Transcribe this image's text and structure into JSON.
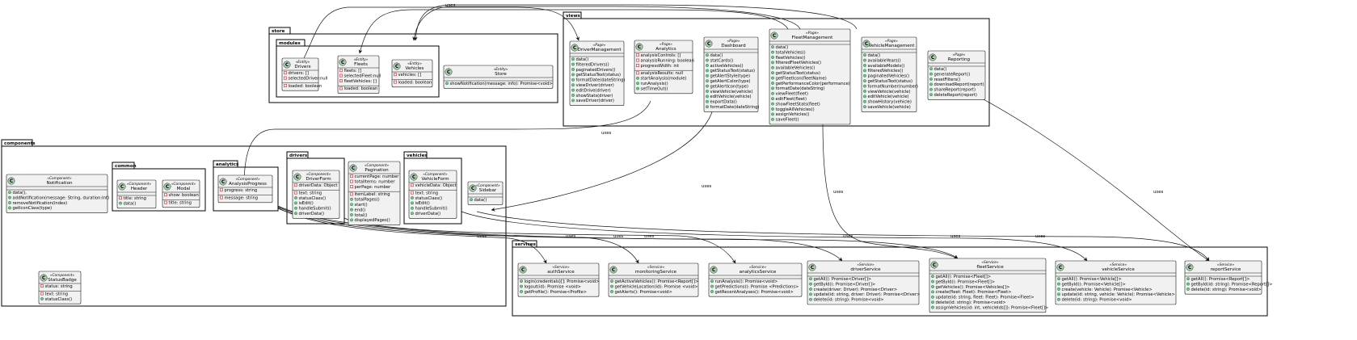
{
  "packages": {
    "store": "store",
    "modules": "modules",
    "views": "views",
    "components": "components",
    "common": "common",
    "analytics": "analytics",
    "drivers": "drivers",
    "vehicles": "vehicles",
    "services": "services"
  },
  "edge_label": "uses",
  "classes": [
    {
      "id": "drivers_entity",
      "stereotype": "«Entity»",
      "name": "Drivers",
      "members": [
        {
          "v": "priv",
          "t": "drivers: []"
        },
        {
          "v": "priv",
          "t": "selectedDriver:null"
        },
        {
          "v": "priv",
          "t": "loaded: boolean"
        }
      ]
    },
    {
      "id": "fleets_entity",
      "stereotype": "«Entity»",
      "name": "Fleets",
      "members": [
        {
          "v": "priv",
          "t": "fleets: []"
        },
        {
          "v": "priv",
          "t": "selectedFleet:null"
        },
        {
          "v": "priv",
          "t": "fleetVehicles: []"
        },
        {
          "v": "priv",
          "t": "loaded: boolean"
        }
      ]
    },
    {
      "id": "vehicles_entity",
      "stereotype": "«Entity»",
      "name": "Vehicles",
      "members": [
        {
          "v": "priv",
          "t": "vehicles: []"
        },
        {
          "v": "priv",
          "t": "loaded: boolean"
        }
      ]
    },
    {
      "id": "store_entity",
      "stereotype": "«Entity»",
      "name": "Store",
      "members": [
        {
          "v": "pub",
          "t": "showNotification(message: info): Promise<void>"
        }
      ]
    },
    {
      "id": "driver_mgmt",
      "stereotype": "«Page»",
      "name": "DriverManagement",
      "members": [
        {
          "v": "pub",
          "t": "data()"
        },
        {
          "v": "pub",
          "t": "filteredDrivers()"
        },
        {
          "v": "pub",
          "t": "paginatedDrivers()"
        },
        {
          "v": "pub",
          "t": "getStatusText(status)"
        },
        {
          "v": "pub",
          "t": "formatDate(dateString)"
        },
        {
          "v": "pub",
          "t": "viewDriver(driver)"
        },
        {
          "v": "pub",
          "t": "editDrive(driver)"
        },
        {
          "v": "pub",
          "t": "showStats(driver)"
        },
        {
          "v": "pub",
          "t": "saveDriver(driver)"
        }
      ]
    },
    {
      "id": "analytics_page",
      "stereotype": "«Page»",
      "name": "Analytics",
      "members": [
        {
          "v": "priv",
          "t": "analysisControls: []"
        },
        {
          "v": "priv",
          "t": "analysisRunning: boolean"
        },
        {
          "v": "priv",
          "t": "progressWidth: int"
        },
        {
          "v": "priv",
          "t": "analysisResults: null"
        },
        {
          "v": "pub",
          "t": "startAnalysis(module)"
        },
        {
          "v": "pub",
          "t": "runAnalysis()"
        },
        {
          "v": "pub",
          "t": "setTimeOut()"
        }
      ]
    },
    {
      "id": "dashboard_page",
      "stereotype": "«Page»",
      "name": "Dashboard",
      "members": [
        {
          "v": "pub",
          "t": "data()"
        },
        {
          "v": "pub",
          "t": "statCards()"
        },
        {
          "v": "pub",
          "t": "activeVehicles()"
        },
        {
          "v": "pub",
          "t": "getStatusText(status)"
        },
        {
          "v": "pub",
          "t": "getAlertStyle(type)"
        },
        {
          "v": "pub",
          "t": "getAlertColor(type)"
        },
        {
          "v": "pub",
          "t": "getAlertIcon(type)"
        },
        {
          "v": "pub",
          "t": "viewVehicle(vehicle)"
        },
        {
          "v": "pub",
          "t": "editVehicle(vehicle)"
        },
        {
          "v": "pub",
          "t": "exportData()"
        },
        {
          "v": "pub",
          "t": "formatDate(dateString)"
        }
      ]
    },
    {
      "id": "fleet_mgmt",
      "stereotype": "«Page»",
      "name": "FleetManagement",
      "members": [
        {
          "v": "pub",
          "t": "data()"
        },
        {
          "v": "pub",
          "t": "totalVehicles()"
        },
        {
          "v": "pub",
          "t": "fleetVehicles()"
        },
        {
          "v": "pub",
          "t": "filteredFleetVehicles()"
        },
        {
          "v": "pub",
          "t": "availableVehicles()"
        },
        {
          "v": "pub",
          "t": "getStatusText(status)"
        },
        {
          "v": "pub",
          "t": "getFleetIcon(fleetName)"
        },
        {
          "v": "pub",
          "t": "getPerformanceColor(performance)"
        },
        {
          "v": "pub",
          "t": "formatDate(dateString)"
        },
        {
          "v": "pub",
          "t": "viewFleet(fleet)"
        },
        {
          "v": "pub",
          "t": "editFleet(fleet)"
        },
        {
          "v": "pub",
          "t": "showFleetStats(fleet)"
        },
        {
          "v": "pub",
          "t": "toggleAllVehicles()"
        },
        {
          "v": "pub",
          "t": "assignVehicles()"
        },
        {
          "v": "pub",
          "t": "saveFleet()"
        }
      ]
    },
    {
      "id": "vehicle_mgmt",
      "stereotype": "«Page»",
      "name": "VehicleManagement",
      "members": [
        {
          "v": "pub",
          "t": "data()"
        },
        {
          "v": "pub",
          "t": "availableYears()"
        },
        {
          "v": "pub",
          "t": "availableModels()"
        },
        {
          "v": "pub",
          "t": "filteredVehicles()"
        },
        {
          "v": "pub",
          "t": "paginatedVehicles()"
        },
        {
          "v": "pub",
          "t": "getStatusText(status)"
        },
        {
          "v": "pub",
          "t": "formatNumber(number)"
        },
        {
          "v": "pub",
          "t": "viewVehicle(vehicle)"
        },
        {
          "v": "pub",
          "t": "editVehicle(vehicle)"
        },
        {
          "v": "pub",
          "t": "showHistory(vehicle)"
        },
        {
          "v": "pub",
          "t": "saveVehicle(vehicle)"
        }
      ]
    },
    {
      "id": "reporting_page",
      "stereotype": "«Page»",
      "name": "Reporting",
      "members": [
        {
          "v": "pub",
          "t": "data()"
        },
        {
          "v": "pub",
          "t": "generateReport()"
        },
        {
          "v": "pub",
          "t": "resetFilters()"
        },
        {
          "v": "pub",
          "t": "downloadReport(report)"
        },
        {
          "v": "pub",
          "t": "shareReport(report)"
        },
        {
          "v": "pub",
          "t": "deleteReport(report)"
        }
      ]
    },
    {
      "id": "notification_comp",
      "stereotype": "«Component»",
      "name": "Notification",
      "members": [
        {
          "v": "pub",
          "t": "data(),"
        },
        {
          "v": "pub",
          "t": "addNotification(message: String, duration:Int)"
        },
        {
          "v": "pub",
          "t": "removeNotification(index)"
        },
        {
          "v": "pub",
          "t": "getIconClass(type)"
        }
      ]
    },
    {
      "id": "header_comp",
      "stereotype": "«Component»",
      "name": "Header",
      "members": [
        {
          "v": "priv",
          "t": "title: string"
        },
        {
          "v": "pub",
          "t": "data()"
        }
      ]
    },
    {
      "id": "modal_comp",
      "stereotype": "«Component»",
      "name": "Modal",
      "members": [
        {
          "v": "priv",
          "t": "show: boolean"
        },
        {
          "v": "priv",
          "t": "title: string"
        }
      ]
    },
    {
      "id": "analysis_progress",
      "stereotype": "«Component»",
      "name": "AnalysisProgress",
      "members": [
        {
          "v": "priv",
          "t": "progress: string"
        },
        {
          "v": "priv",
          "t": "message: string"
        }
      ]
    },
    {
      "id": "driver_form",
      "stereotype": "«Component»",
      "name": "DriverForm",
      "members": [
        {
          "v": "priv",
          "t": "driverData: Object"
        },
        {
          "v": "priv",
          "t": "text: string"
        },
        {
          "v": "pub",
          "t": "statusClass()"
        },
        {
          "v": "pub",
          "t": "isEdit()"
        },
        {
          "v": "pub",
          "t": "handleSubmit()"
        },
        {
          "v": "pub",
          "t": "driverData()"
        }
      ]
    },
    {
      "id": "pagination_comp",
      "stereotype": "«Component»",
      "name": "Pagination",
      "members": [
        {
          "v": "priv",
          "t": "currentPage: number"
        },
        {
          "v": "priv",
          "t": "totalItems: number"
        },
        {
          "v": "priv",
          "t": "perPage: number"
        },
        {
          "v": "priv",
          "t": "itemLabel: string"
        },
        {
          "v": "pub",
          "t": "totalPages()"
        },
        {
          "v": "pub",
          "t": "start()"
        },
        {
          "v": "pub",
          "t": "end()"
        },
        {
          "v": "pub",
          "t": "total()"
        },
        {
          "v": "pub",
          "t": "displayedPages()"
        }
      ]
    },
    {
      "id": "vehicle_form",
      "stereotype": "«Component»",
      "name": "VehicleForm",
      "members": [
        {
          "v": "priv",
          "t": "vehicleData: Object"
        },
        {
          "v": "priv",
          "t": "text: string"
        },
        {
          "v": "pub",
          "t": "statusClass()"
        },
        {
          "v": "pub",
          "t": "isEdit()"
        },
        {
          "v": "pub",
          "t": "handleSubmit()"
        },
        {
          "v": "pub",
          "t": "driverData()"
        }
      ]
    },
    {
      "id": "sidebar_comp",
      "stereotype": "«Component»",
      "name": "Sidebar",
      "members": [
        {
          "v": "pub",
          "t": "data()"
        }
      ]
    },
    {
      "id": "status_badge",
      "stereotype": "«Component»",
      "name": "StatusBadge",
      "members": [
        {
          "v": "priv",
          "t": "status: string"
        },
        {
          "v": "priv",
          "t": "text: string"
        },
        {
          "v": "pub",
          "t": "statusClass()"
        }
      ]
    },
    {
      "id": "auth_service",
      "stereotype": "«Service»",
      "name": "authService",
      "members": [
        {
          "v": "pub",
          "t": "login(credentials)[]: Promise<void>"
        },
        {
          "v": "pub",
          "t": "logout(id): Promise <void>"
        },
        {
          "v": "pub",
          "t": "getProfile(): Promise<Profile>"
        }
      ]
    },
    {
      "id": "monitoring_service",
      "stereotype": "«Service»",
      "name": "monitoringService",
      "members": [
        {
          "v": "pub",
          "t": "getActiveVehicles(): Promise<Report[]>"
        },
        {
          "v": "pub",
          "t": "getVehicleLocation(id): Promise <void>"
        },
        {
          "v": "pub",
          "t": "getAlerts(): Promise<void>"
        }
      ]
    },
    {
      "id": "analytics_service",
      "stereotype": "«Service»",
      "name": "analyticsService",
      "members": [
        {
          "v": "pub",
          "t": "runAnalysis(): Promise<void>"
        },
        {
          "v": "pub",
          "t": "getPredictions(): Promise <Predictions>"
        },
        {
          "v": "pub",
          "t": "getRecentAnalyses(): Promise<void>"
        }
      ]
    },
    {
      "id": "driver_service",
      "stereotype": "«Service»",
      "name": "driverService",
      "members": [
        {
          "v": "pub",
          "t": "getAll(): Promise<Driver[]>"
        },
        {
          "v": "pub",
          "t": "getById(): Promise<Driver[]>"
        },
        {
          "v": "pub",
          "t": "create(driver: Driver): Promise<Driver>"
        },
        {
          "v": "pub",
          "t": "update(id: string, driver: Driver): Promise<Driver>"
        },
        {
          "v": "pub",
          "t": "delete(id: string): Promise<void>"
        }
      ]
    },
    {
      "id": "fleet_service",
      "stereotype": "«Service»",
      "name": "fleetService",
      "members": [
        {
          "v": "pub",
          "t": "getAll(): Promise<Fleet[]>"
        },
        {
          "v": "pub",
          "t": "getById(): Promise<Fleet[]>"
        },
        {
          "v": "pub",
          "t": "getVehicles(): Promise<Vehicles[]>"
        },
        {
          "v": "pub",
          "t": "create(fleet: Fleet): Promise<Fleet>"
        },
        {
          "v": "pub",
          "t": "update(id: string, fleet: Fleet): Promise<Fleet>"
        },
        {
          "v": "pub",
          "t": "delete(id: string): Promise<void>"
        },
        {
          "v": "pub",
          "t": "assignVehicles(id: int, vehicleIds[]): Promise<Fleet[]>"
        }
      ]
    },
    {
      "id": "vehicle_service",
      "stereotype": "«Service»",
      "name": "vehicleService",
      "members": [
        {
          "v": "pub",
          "t": "getAll(): Promise<Vehicle[]>"
        },
        {
          "v": "pub",
          "t": "getById(): Promise<Vehicle[]>"
        },
        {
          "v": "pub",
          "t": "create(vehicle: Vehicle): Promise<Vehicle>"
        },
        {
          "v": "pub",
          "t": "update(id: string, vehicle: Vehicle): Promise<Vehicle>"
        },
        {
          "v": "pub",
          "t": "delete(id: string): Promise<void>"
        }
      ]
    },
    {
      "id": "report_service",
      "stereotype": "«Service»",
      "name": "reportService",
      "members": [
        {
          "v": "pub",
          "t": "getAll(): Promise<Report[]>"
        },
        {
          "v": "pub",
          "t": "getById(id: string): Promise<Report[]>"
        },
        {
          "v": "pub",
          "t": "delete(id: string): Promise<void>"
        }
      ]
    }
  ]
}
